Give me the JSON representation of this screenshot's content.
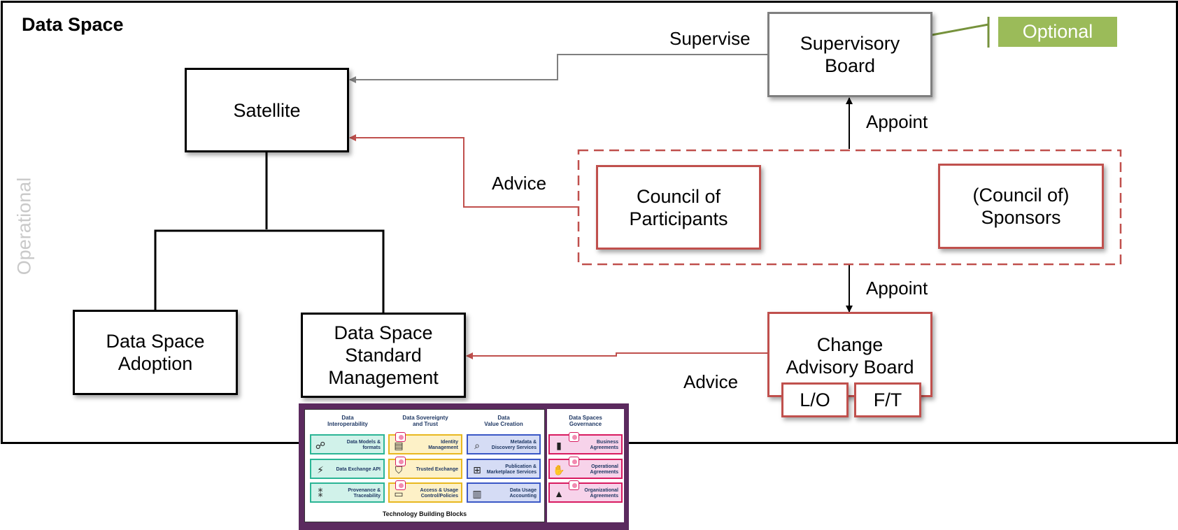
{
  "diagram": {
    "title": "Data Space",
    "side_label": "Operational",
    "nodes": {
      "satellite": "Satellite",
      "adoption": "Data Space\nAdoption",
      "standard_management": "Data Space\nStandard\nManagement",
      "supervisory_board": "Supervisory\nBoard",
      "council_participants": "Council of\nParticipants",
      "council_sponsors": "(Council of)\nSponsors",
      "change_advisory_board": "Change\nAdvisory Board",
      "cab_lo": "L/O",
      "cab_ft": "F/T"
    },
    "edge_labels": {
      "supervise": "Supervise",
      "advice_top": "Advice",
      "appoint_top": "Appoint",
      "appoint_bottom": "Appoint",
      "advice_bottom": "Advice"
    },
    "optional_label": "Optional"
  },
  "building_blocks": {
    "columns": [
      "Data\nInteroperability",
      "Data Sovereignty\nand Trust",
      "Data\nValue Creation"
    ],
    "governance_header": "Data Spaces\nGovernance",
    "tiles": [
      [
        "Data Models &\nformats",
        "Identity\nManagement",
        "Metadata &\nDiscovery Services"
      ],
      [
        "Data Exchange API",
        "Trusted Exchange",
        "Publication &\nMarketplace Services"
      ],
      [
        "Provenance &\nTraceability",
        "Access & Usage\nControl/Policies",
        "Data Usage\nAccounting"
      ]
    ],
    "governance_tiles": [
      "Business\nAgreements",
      "Operational\nAgreements",
      "Organizational\nAgreements"
    ],
    "footer": "Technology Building Blocks"
  },
  "colors": {
    "red": "#c0504d",
    "grey": "#7f7f7f",
    "green": "#9bbb59",
    "panel": "#5b2a5e"
  }
}
